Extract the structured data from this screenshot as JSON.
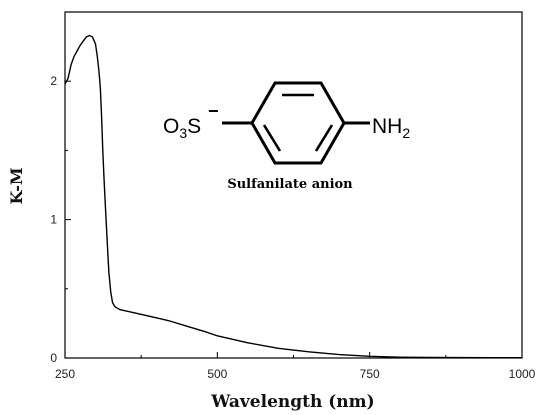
{
  "chart_data": {
    "type": "line",
    "xlabel": "Wavelength (nm)",
    "ylabel": "K-M",
    "xlim": [
      250,
      1000
    ],
    "ylim": [
      0,
      2.5
    ],
    "x_ticks": [
      250,
      500,
      750,
      1000
    ],
    "y_ticks": [
      0,
      1,
      2
    ],
    "grid": false,
    "series": [
      {
        "x": [
          250,
          255,
          260,
          265,
          270,
          275,
          280,
          285,
          290,
          295,
          300,
          303,
          306,
          308,
          310,
          312,
          314,
          316,
          318,
          320,
          322,
          325,
          328,
          332,
          336,
          340,
          350,
          360,
          380,
          400,
          420,
          450,
          480,
          500,
          550,
          600,
          650,
          700,
          750,
          800,
          850,
          900,
          950,
          1000
        ],
        "y": [
          1.98,
          2.02,
          2.12,
          2.18,
          2.22,
          2.26,
          2.29,
          2.32,
          2.33,
          2.32,
          2.27,
          2.18,
          2.06,
          1.95,
          1.75,
          1.5,
          1.3,
          1.12,
          0.95,
          0.78,
          0.62,
          0.48,
          0.4,
          0.37,
          0.36,
          0.35,
          0.34,
          0.33,
          0.31,
          0.29,
          0.27,
          0.23,
          0.19,
          0.16,
          0.11,
          0.07,
          0.045,
          0.025,
          0.012,
          0.006,
          0.004,
          0.003,
          0.002,
          0.002
        ]
      }
    ],
    "annotations": {
      "molecule_left": {
        "o": "O",
        "o_sub": "3",
        "s": "S",
        "charge": "−"
      },
      "molecule_right": {
        "n": "NH",
        "n_sub": "2"
      },
      "caption": "Sulfanilate anion"
    }
  }
}
